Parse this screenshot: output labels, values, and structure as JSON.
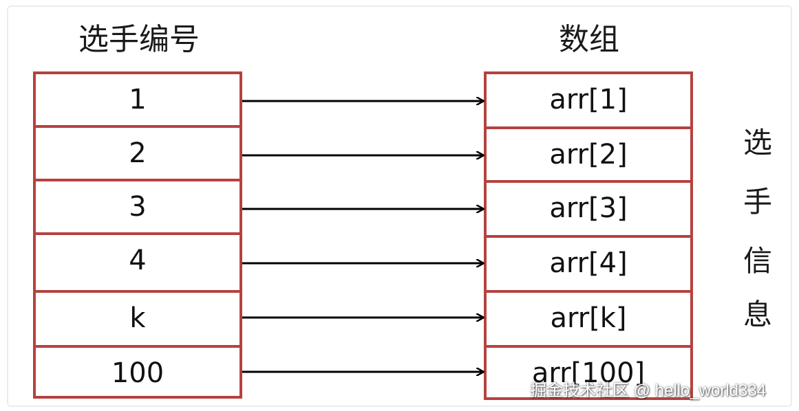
{
  "left_title": "选手编号",
  "right_title": "数组",
  "left_cells": [
    "1",
    "2",
    "3",
    "4",
    "k",
    "100"
  ],
  "right_cells": [
    "arr[1]",
    "arr[2]",
    "arr[3]",
    "arr[4]",
    "arr[k]",
    "arr[100]"
  ],
  "side_label_chars": [
    "选",
    "手",
    "信",
    "息"
  ],
  "watermark": "掘金技术社区 @ hello_world334",
  "colors": {
    "border": "#b5423f",
    "arrow": "#000000",
    "text": "#111111"
  }
}
